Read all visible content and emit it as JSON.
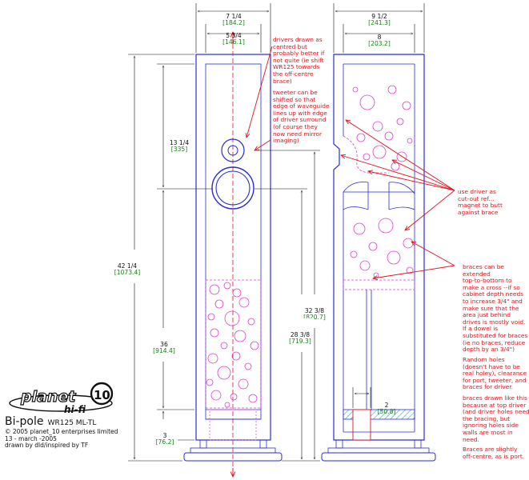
{
  "logo": {
    "word1": "planet",
    "word2": "10",
    "word3": "hi-fi"
  },
  "title": {
    "main": "Bi-pole",
    "model": "WR125 ML-TL"
  },
  "credits": [
    "© 2005 planet_10 enterprises limited",
    "13 - march -2005",
    "drawn by dld/inspired by TF"
  ],
  "dims": {
    "width_outer": {
      "in": "7 1/4",
      "mm": "[184.2]"
    },
    "width_inner": {
      "in": "5 3/4",
      "mm": "[146.1]"
    },
    "depth_outer": {
      "in": "9 1/2",
      "mm": "[241.3]"
    },
    "depth_inner": {
      "in": "8",
      "mm": "[203.2]"
    },
    "tweeter_height": {
      "in": "13 1/4",
      "mm": "[335]"
    },
    "overall_height": {
      "in": "42 1/4",
      "mm": "[1073.4]"
    },
    "internal_height": {
      "in": "36",
      "mm": "[914.4]"
    },
    "plinth": {
      "in": "3",
      "mm": "[76.2]"
    },
    "driver_height": {
      "in": "32 3/8",
      "mm": "[820.7]"
    },
    "brace_height": {
      "in": "28 3/8",
      "mm": "[719.3]"
    },
    "port": {
      "in": "2",
      "mm": "[50.8]"
    }
  },
  "notes": {
    "centred": "drivers drawn as\ncentred but\nprobably better if\nnot quite (ie shift\nWR125 towards\nthe off-centre\nbrace)",
    "tweeter": "tweeter can be\nshifted so that\nedge of waveguide\nlines up with edge\nof driver surround\n(of course they\nnow need mirror\nimaging)",
    "cutout": "use driver as\ncut-out ref...\nmagnet to butt\nagainst brace",
    "braces": "braces can be\nextended\ntop-to-bottom to\nmake a cross --if so\ncabinet depth needs\nto increase 3/4\" and\nmake sure that the\narea just behind\ndrives is mostly void.\nIf a dowel is\nsubstituted for braces\n(ie no braces, reduce\ndepth by an 3/4\")",
    "holes": "Random holes\n(doesn't have to be\nreal holey), clearance\nfor port, tweeter, and\nbraces for driver.",
    "braces_drawn": "braces drawn like this\nbecause at top driver\n(and driver holes need\nthe bracing, but\nignoring holes side\nwalls are most in\nneed.",
    "offcentre": "Braces are slightly\noff-centre, as is port."
  },
  "colors": {
    "cabinet_outline": "#2b2bd6",
    "holes": "#e23cd0",
    "annotation": "#e0141b",
    "dimension": "#0a8a0a",
    "hatch": "#2aa7c9",
    "dim_line": "#111111"
  }
}
